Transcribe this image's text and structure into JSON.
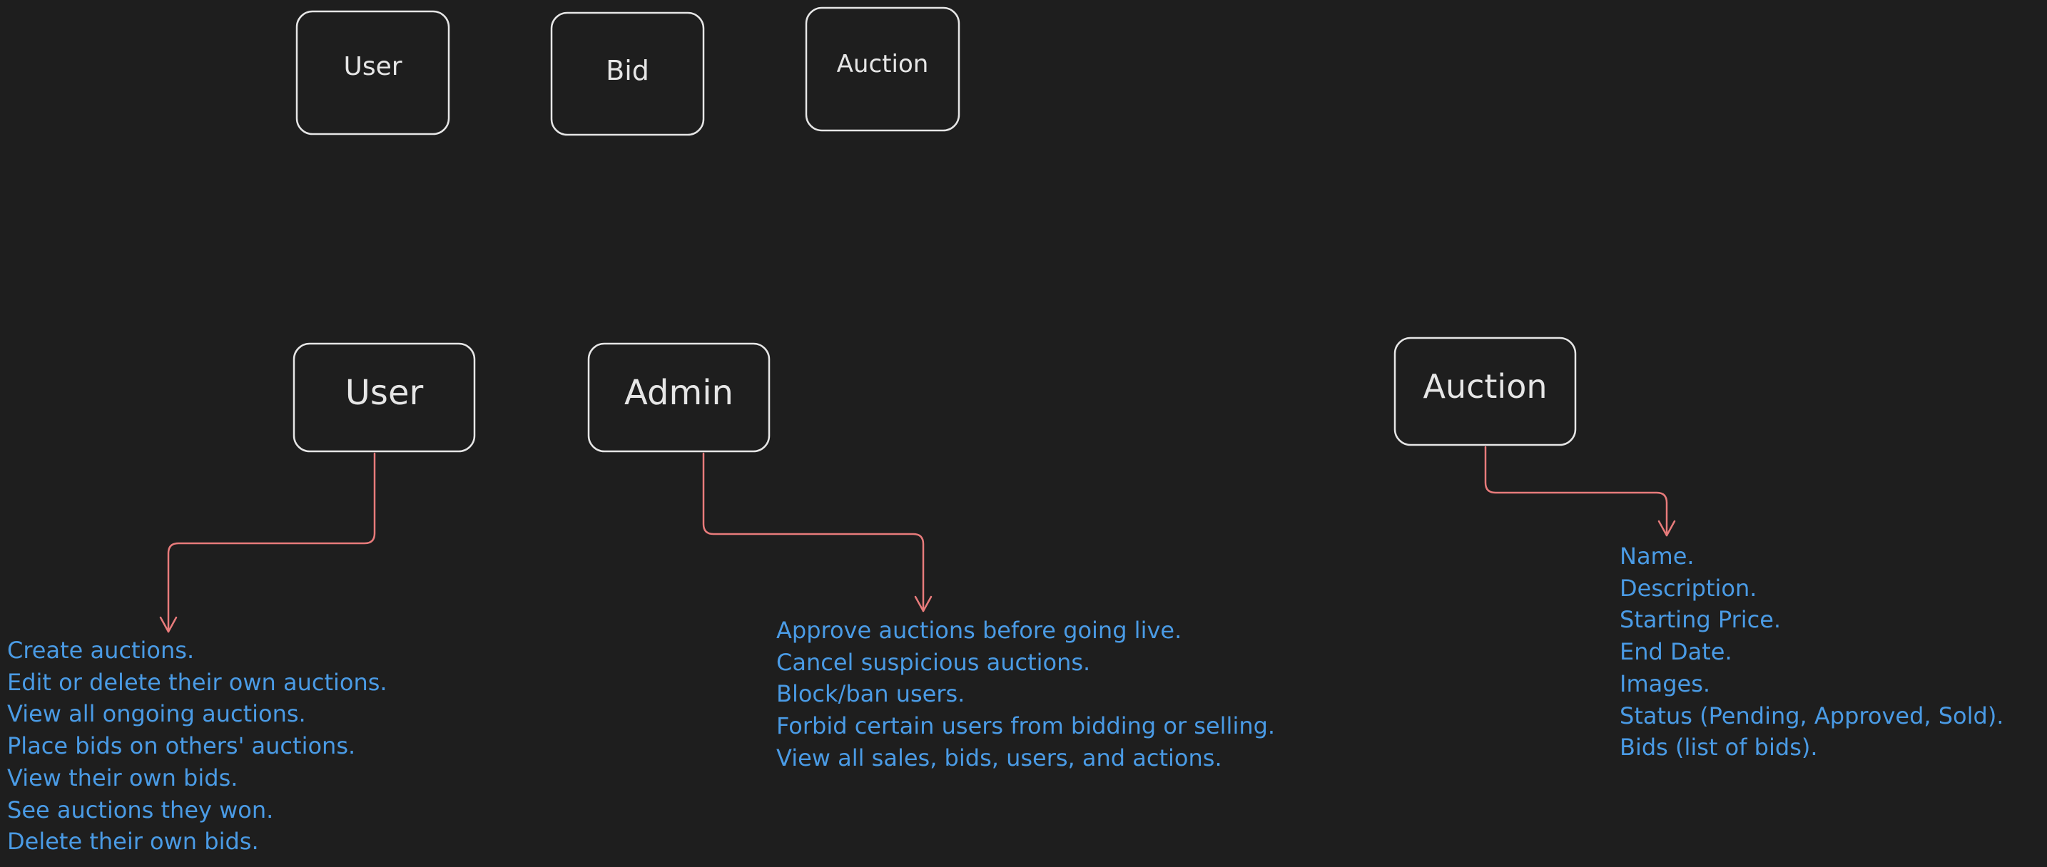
{
  "colors": {
    "background": "#1e1e1e",
    "box_stroke": "#e6e6e6",
    "box_text": "#e6e6e6",
    "arrow": "#e87b7b",
    "note_text": "#4a9be5"
  },
  "top_row": {
    "user": "User",
    "bid": "Bid",
    "auction": "Auction"
  },
  "user_box": {
    "label": "User",
    "items": [
      "Create auctions.",
      "Edit or delete their own auctions.",
      "View all ongoing auctions.",
      "Place bids on others' auctions.",
      "View their own bids.",
      "See auctions they won.",
      "Delete their own bids."
    ]
  },
  "admin_box": {
    "label": "Admin",
    "items": [
      "Approve auctions before going live.",
      "Cancel suspicious auctions.",
      "Block/ban users.",
      "Forbid certain users from bidding or selling.",
      "View all sales, bids, users, and actions."
    ]
  },
  "auction_box": {
    "label": "Auction",
    "items": [
      "Name.",
      "Description.",
      "Starting Price.",
      "End Date.",
      "Images.",
      "Status (Pending, Approved, Sold).",
      "Bids (list of bids)."
    ]
  }
}
